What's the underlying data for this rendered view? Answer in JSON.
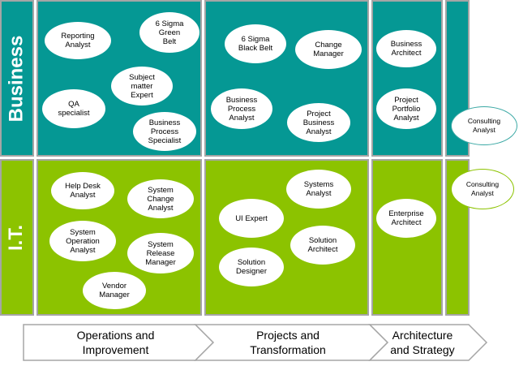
{
  "bands": {
    "business": "Business",
    "it": "I.T."
  },
  "roles": {
    "reporting_analyst": "Reporting\nAnalyst",
    "six_sigma_green_belt": "6 Sigma\nGreen\nBelt",
    "subject_matter_expert": "Subject\nmatter\nExpert",
    "qa_specialist": "QA\nspecialist",
    "business_process_specialist": "Business\nProcess\nSpecialist",
    "six_sigma_black_belt": "6 Sigma\nBlack Belt",
    "change_manager": "Change\nManager",
    "business_process_analyst": "Business\nProcess\nAnalyst",
    "project_business_analyst": "Project\nBusiness\nAnalyst",
    "business_architect": "Business\nArchitect",
    "project_portfolio_analyst": "Project\nPortfolio\nAnalyst",
    "consulting_analyst_business": "Consulting\nAnalyst",
    "help_desk_analyst": "Help Desk\nAnalyst",
    "system_change_analyst": "System\nChange\nAnalyst",
    "system_operation_analyst": "System\nOperation\nAnalyst",
    "system_release_manager": "System\nRelease\nManager",
    "vendor_manager": "Vendor\nManager",
    "ui_expert": "UI Expert",
    "systems_analyst": "Systems\nAnalyst",
    "solution_architect": "Solution\nArchitect",
    "solution_designer": "Solution\nDesigner",
    "enterprise_architect": "Enterprise\nArchitect",
    "consulting_analyst_it": "Consulting\nAnalyst"
  },
  "phases": {
    "operations": "Operations and\nImprovement",
    "projects": "Projects and\nTransformation",
    "architecture": "Architecture\nand Strategy"
  },
  "colors": {
    "business_fill": "#059894",
    "it_fill": "#8cc300",
    "cell_border": "#a5a5a5",
    "arrow_fill": "#ffffff",
    "arrow_stroke": "#a5a5a5"
  }
}
